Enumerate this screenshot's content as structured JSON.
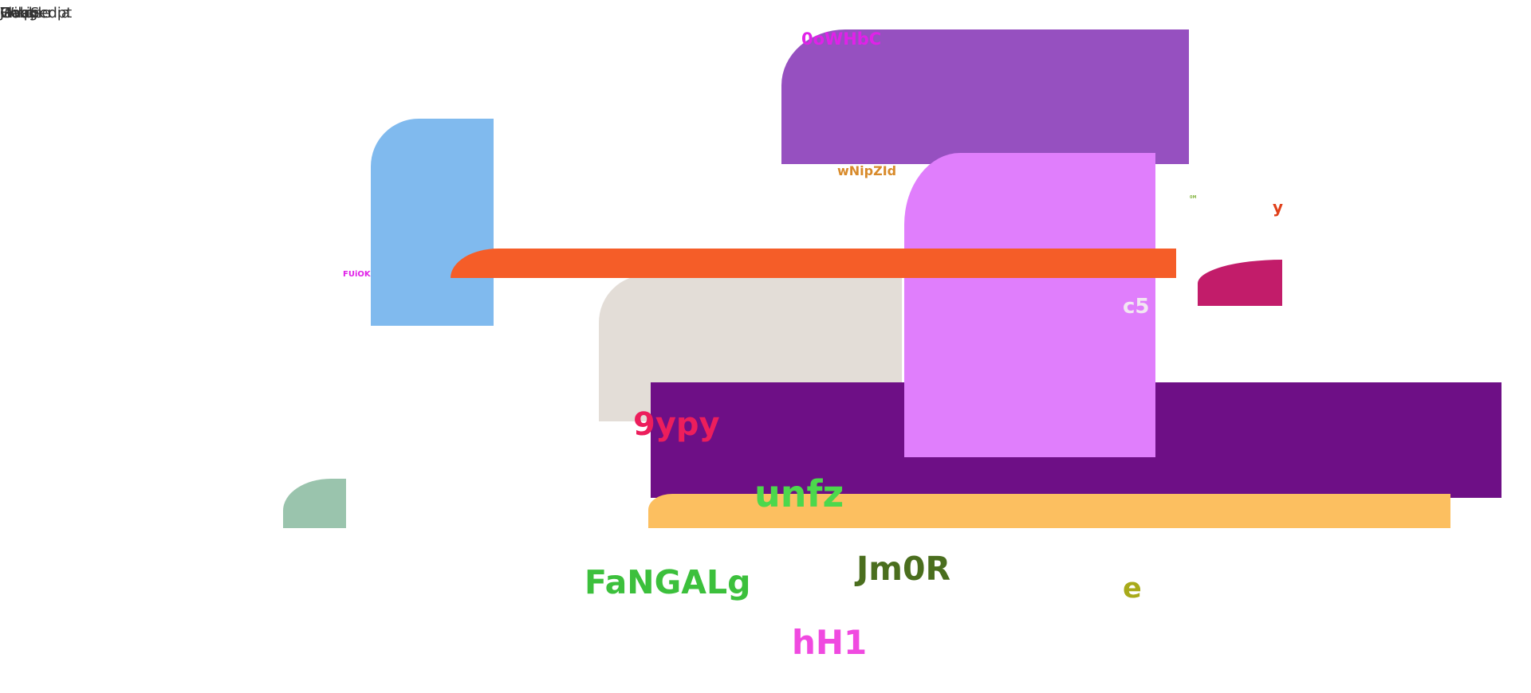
{
  "corner_labels": [
    "Wikipedia",
    "JavaScript",
    "Google",
    "Flask",
    "Help",
    "Home"
  ],
  "shapes": {
    "purple_block": {
      "color": "#9650c0"
    },
    "blue_block": {
      "color": "#80baee"
    },
    "pink_block": {
      "color": "#e07efc"
    },
    "orange_bar": {
      "color": "#f55d28"
    },
    "beige_block": {
      "color": "#e3ddd7"
    },
    "magenta_block": {
      "color": "#c21c6a"
    },
    "dark_purple_bar": {
      "color": "#6e0f86"
    },
    "yellow_bar": {
      "color": "#fcbf60"
    },
    "green_block": {
      "color": "#9ac4ad"
    }
  },
  "labels": {
    "l1": {
      "text": "0oWHbC",
      "color": "#e022e8"
    },
    "l2": {
      "text": "wNipZId",
      "color": "#d88a2a"
    },
    "l3": {
      "text": "FUiOK",
      "color": "#e022e8"
    },
    "l4": {
      "text": "c5",
      "color": "#f2e6f2"
    },
    "l5": {
      "text": "y",
      "color": "#e0401a"
    },
    "l6": {
      "text": "0M",
      "color": "#8ab84a"
    },
    "l7": {
      "text": "9ypy",
      "color": "#ec1e5c"
    },
    "l8": {
      "text": "unfz",
      "color": "#4cd84c"
    },
    "l9": {
      "text": "FaNGALg",
      "color": "#3cc03c"
    },
    "l10": {
      "text": "Jm0R",
      "color": "#4a6e1e"
    },
    "l11": {
      "text": "e",
      "color": "#a8aa1a"
    },
    "l12": {
      "text": "hH1",
      "color": "#f04ae0"
    }
  }
}
